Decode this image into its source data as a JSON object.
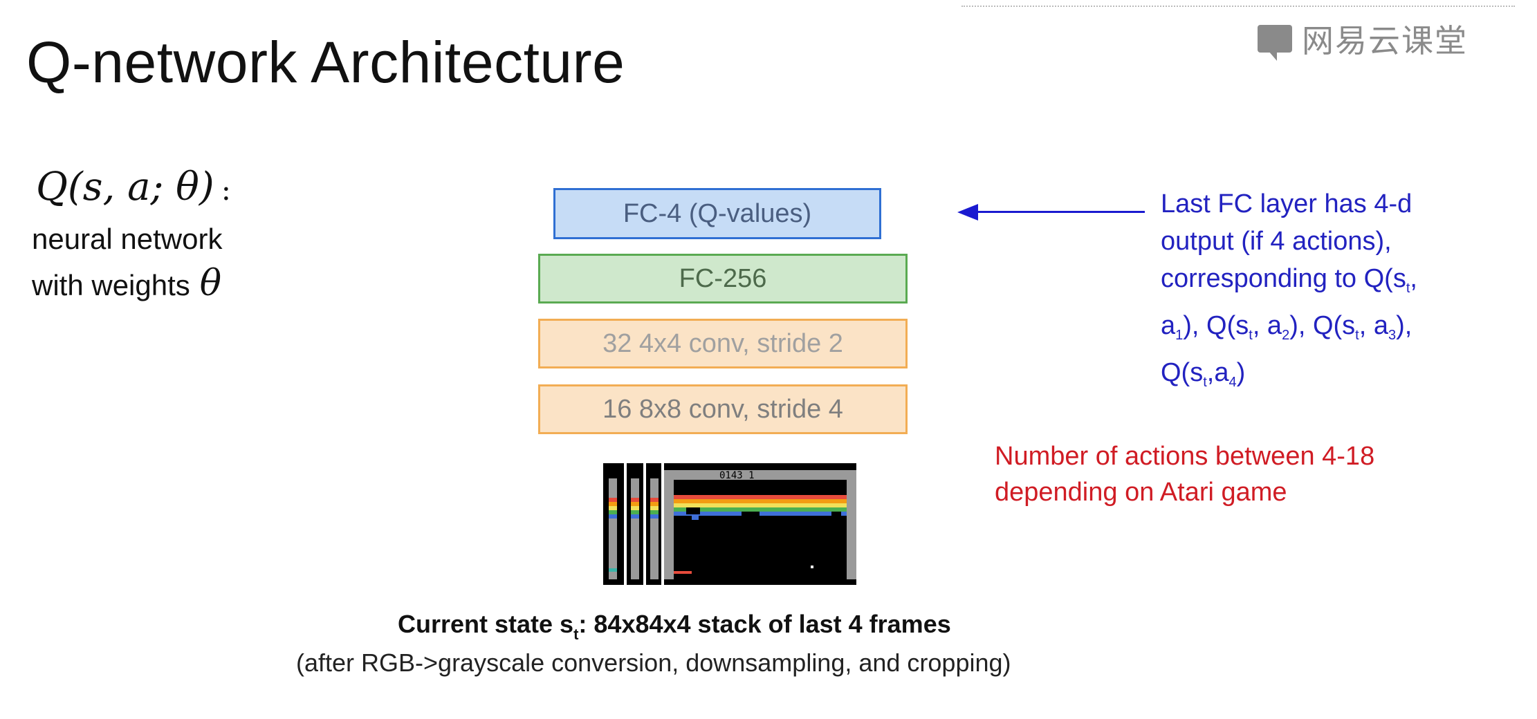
{
  "slide": {
    "title": "Q-network Architecture",
    "watermark": "网易云课堂"
  },
  "definition": {
    "formula": "Q(s, a; θ)",
    "colon": ":",
    "line1": "neural network",
    "line2": "with weights",
    "theta": "θ"
  },
  "layers": {
    "fc4": "FC-4 (Q-values)",
    "fc256": "FC-256",
    "conv2": "32 4x4 conv, stride 2",
    "conv1": "16 8x8 conv, stride 4"
  },
  "blue_note": {
    "l1": "Last FC layer has 4-d",
    "l2": "output (if 4 actions),",
    "l3": "corresponding to Q(s",
    "l3_sub": "t",
    "l3_end": ",",
    "l4_a": "a",
    "l4_a_sub": "1",
    "l4_b": "), Q(s",
    "l4_b_sub": "t",
    "l4_c": ", a",
    "l4_c_sub": "2",
    "l4_d": "), Q(s",
    "l4_d_sub": "t",
    "l4_e": ", a",
    "l4_e_sub": "3",
    "l4_f": "),",
    "l5_a": "Q(s",
    "l5_a_sub": "t",
    "l5_b": ",a",
    "l5_b_sub": "4",
    "l5_c": ")"
  },
  "red_note": {
    "l1": "Number of actions between 4-18",
    "l2": "depending on Atari game"
  },
  "caption": {
    "main_a": "Current state s",
    "main_sub": "t",
    "main_b": ": 84x84x4 stack of last 4 frames",
    "sub": "(after RGB->grayscale conversion, downsampling, and cropping)"
  },
  "game": {
    "score": "0143 1"
  },
  "colors": {
    "fc4_fill": "#c6dcf6",
    "fc256_fill": "#cfe8cc",
    "conv_fill": "#fbe3c6",
    "blue_text": "#2222c0",
    "red_text": "#d01c24"
  }
}
